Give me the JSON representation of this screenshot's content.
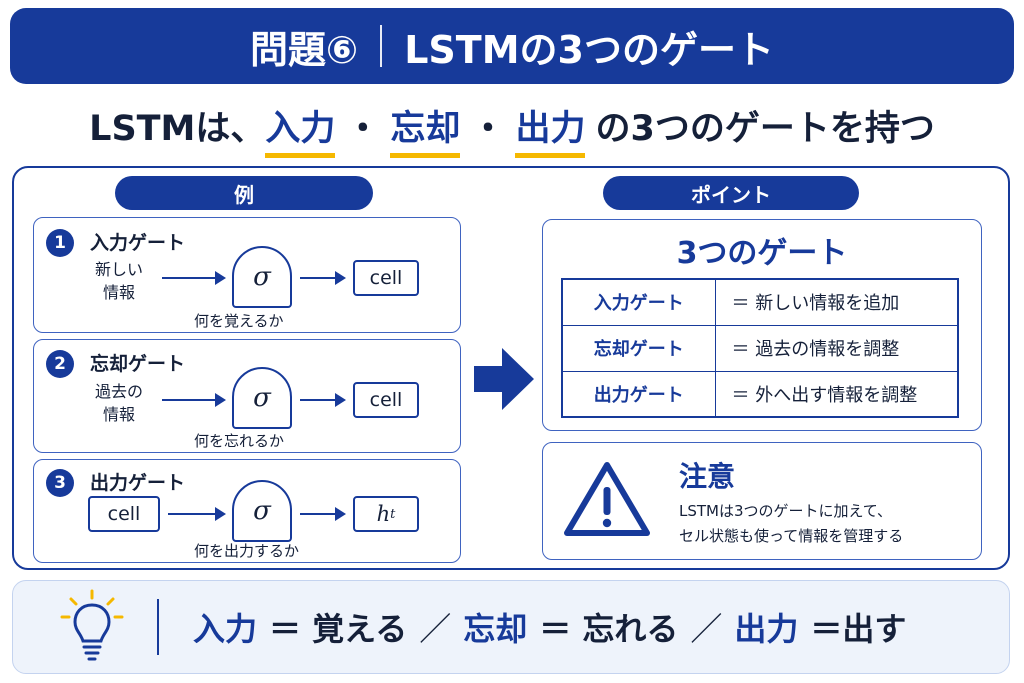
{
  "header": {
    "problem": "問題⑥",
    "title": "LSTMの3つのゲート"
  },
  "subtitle": {
    "prefix": "LSTMは、",
    "kw1": "入力",
    "kw2": "忘却",
    "kw3": "出力",
    "dot": "・",
    "suffix": "の3つのゲートを持つ"
  },
  "example": {
    "label": "例",
    "gates": [
      {
        "num": "1",
        "title": "入力ゲート",
        "input_line1": "新しい",
        "input_line2": "情報",
        "symbol": "σ",
        "output": "cell",
        "caption": "何を覚えるか"
      },
      {
        "num": "2",
        "title": "忘却ゲート",
        "input_line1": "過去の",
        "input_line2": "情報",
        "symbol": "σ",
        "output": "cell",
        "caption": "何を忘れるか"
      },
      {
        "num": "3",
        "title": "出力ゲート",
        "input_box": "cell",
        "symbol": "σ",
        "output_main": "h",
        "output_sub": "t",
        "caption": "何を出力するか"
      }
    ]
  },
  "point": {
    "label": "ポイント",
    "title": "3つのゲート",
    "rows": [
      {
        "name": "入力ゲート",
        "desc": "＝ 新しい情報を追加"
      },
      {
        "name": "忘却ゲート",
        "desc": "＝ 過去の情報を調整"
      },
      {
        "name": "出力ゲート",
        "desc": "＝ 外へ出す情報を調整"
      }
    ]
  },
  "caution": {
    "title": "注意",
    "line1": "LSTMは3つのゲートに加えて、",
    "line2": "セル状態も使って情報を管理する"
  },
  "summary": {
    "kw1": "入力",
    "eq1": "＝ 覚える",
    "slash1": "／",
    "kw2": "忘却",
    "eq2": "＝ 忘れる",
    "slash2": "／",
    "kw3": "出力",
    "eq3": "＝出す"
  },
  "colors": {
    "primary": "#173a9a",
    "highlight": "#f5b800",
    "bulb": "#f5b800"
  }
}
